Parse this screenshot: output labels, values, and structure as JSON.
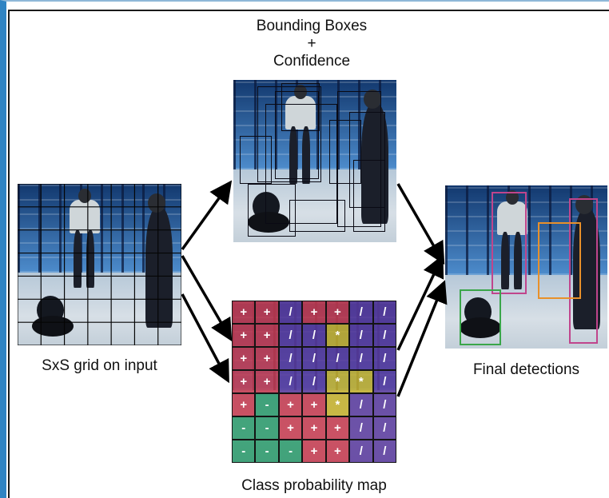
{
  "labels": {
    "bbox_line1": "Bounding Boxes",
    "bbox_line2": "+",
    "bbox_line3": "Confidence",
    "input_caption": "SxS grid on input",
    "final_caption": "Final detections",
    "classmap_caption": "Class probability map"
  },
  "class_map": {
    "rows": [
      [
        "+",
        "+",
        "/",
        "+",
        "+",
        "/",
        "/"
      ],
      [
        "+",
        "+",
        "/",
        "/",
        "*",
        "/",
        "/"
      ],
      [
        "+",
        "+",
        "/",
        "/",
        "/",
        "/",
        "/"
      ],
      [
        "+",
        "+",
        "/",
        "/",
        "*",
        "*",
        "/"
      ],
      [
        "+",
        "-",
        "+",
        "+",
        "*",
        "/",
        "/"
      ],
      [
        "-",
        "-",
        "+",
        "+",
        "+",
        "/",
        "/"
      ],
      [
        "-",
        "-",
        "-",
        "+",
        "+",
        "/",
        "/"
      ]
    ],
    "colors": {
      "+": "#c83a4e",
      "/": "#5b3a9e",
      "*": "#c9b32a",
      "-": "#2a9a6a"
    }
  },
  "detections": {
    "colors": {
      "person_left": "#c0458c",
      "person_right": "#c0458c",
      "chair": "#e8902a",
      "robot": "#3aa64a"
    }
  }
}
